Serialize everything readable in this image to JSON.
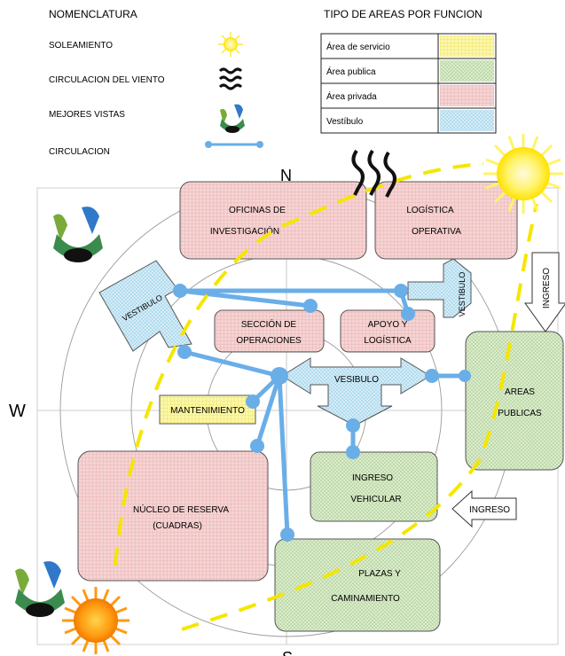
{
  "nomenclature": {
    "title": "NOMENCLATURA",
    "items": [
      {
        "label": "SOLEAMIENTO",
        "icon": "sun-icon"
      },
      {
        "label": "CIRCULACION DEL VIENTO",
        "icon": "wind-icon"
      },
      {
        "label": "MEJORES VISTAS",
        "icon": "thumbs-up-view-icon"
      },
      {
        "label": "CIRCULACION",
        "icon": "circulation-line-icon"
      }
    ]
  },
  "area_types": {
    "title": "TIPO DE AREAS POR FUNCION",
    "items": [
      {
        "label": "Área de servicio",
        "color": "#fbf7a8"
      },
      {
        "label": "Área publica",
        "color": "#dcebcc"
      },
      {
        "label": "Área privada",
        "color": "#f5d3d3"
      },
      {
        "label": "Vestíbulo",
        "color": "#d6ecf6"
      }
    ]
  },
  "compass": {
    "north": "N",
    "west": "W",
    "south": "S"
  },
  "zones": {
    "oficinas": {
      "line1": "OFICINAS DE",
      "line2": "INVESTIGACIÓN"
    },
    "logistica_operativa": {
      "line1": "LOGÍSTICA",
      "line2": "OPERATIVA"
    },
    "seccion": {
      "line1": "SECCIÓN DE",
      "line2": "OPERACIONES"
    },
    "apoyo": {
      "line1": "APOYO Y",
      "line2": "LOGÍSTICA"
    },
    "mantenimiento": "MANTENIMIENTO",
    "nucleo": {
      "line1": "NÚCLEO DE RESERVA",
      "line2": "(CUADRAS)"
    },
    "ingreso_vehicular": {
      "line1": "INGRESO",
      "line2": "VEHICULAR"
    },
    "plazas": {
      "line1": "PLAZAS Y",
      "line2": "CAMINAMIENTO"
    },
    "areas_publicas": {
      "line1": "AREAS",
      "line2": "PUBLICAS"
    }
  },
  "vestibules": {
    "left": "VESTIBULO",
    "right": "VESTIBULO",
    "center": "VESIBULO"
  },
  "entries": {
    "top": "INGRESO",
    "bottom": "INGRESO"
  },
  "colors": {
    "private": "#f5d3d3",
    "private_stroke": "#444",
    "public": "#dcebcc",
    "service": "#fbf7a8",
    "vestibule": "#d6ecf6",
    "circulation": "#6aaee8",
    "sun_path": "#f5e600"
  }
}
